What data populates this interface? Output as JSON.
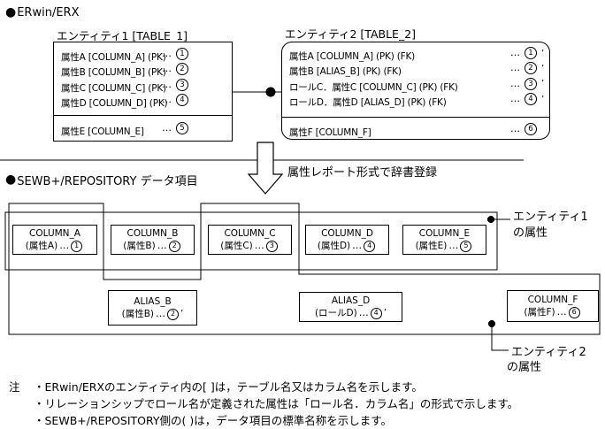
{
  "colors": {
    "ink": "#000000",
    "paper": "#ffffff"
  },
  "misc": {
    "leader": "…"
  },
  "erwin": {
    "bullet": "●",
    "section_title": "ERwin/ERX",
    "entity1": {
      "title": "エンティティ1 [TABLE_1]",
      "key_rows": [
        {
          "label": "属性A [COLUMN_A] (PK)",
          "num": "1",
          "suffix": ""
        },
        {
          "label": "属性B [COLUMN_B] (PK)",
          "num": "2",
          "suffix": ""
        },
        {
          "label": "属性C [COLUMN_C] (PK)",
          "num": "3",
          "suffix": ""
        },
        {
          "label": "属性D [COLUMN_D] (PK)",
          "num": "4",
          "suffix": ""
        }
      ],
      "data_rows": [
        {
          "label": "属性E [COLUMN_E]",
          "num": "5",
          "suffix": ""
        }
      ]
    },
    "entity2": {
      "title": "エンティティ2 [TABLE_2]",
      "key_rows": [
        {
          "label": "属性A [COLUMN_A] (PK) (FK)",
          "num": "1",
          "suffix": "’"
        },
        {
          "label": "属性B [ALIAS_B] (PK) (FK)",
          "num": "2",
          "suffix": "’"
        },
        {
          "label": "ロールC．属性C [COLUMN_C] (PK) (FK)",
          "num": "3",
          "suffix": "’"
        },
        {
          "label": "ロールD．属性D [ALIAS_D] (PK) (FK)",
          "num": "4",
          "suffix": "’"
        }
      ],
      "data_rows": [
        {
          "label": "属性F [COLUMN_F]",
          "num": "6",
          "suffix": ""
        }
      ]
    }
  },
  "transform": {
    "arrow_label": "属性レポート形式で辞書登録"
  },
  "sewb": {
    "bullet": "●",
    "section_title": "SEWB+/REPOSITORY データ項目",
    "row1": [
      {
        "name": "COLUMN_A",
        "paren": "(属性A)",
        "num": "1",
        "suffix": ""
      },
      {
        "name": "COLUMN_B",
        "paren": "(属性B)",
        "num": "2",
        "suffix": ""
      },
      {
        "name": "COLUMN_C",
        "paren": "(属性C)",
        "num": "3",
        "suffix": ""
      },
      {
        "name": "COLUMN_D",
        "paren": "(属性D)",
        "num": "4",
        "suffix": ""
      },
      {
        "name": "COLUMN_E",
        "paren": "(属性E)",
        "num": "5",
        "suffix": ""
      }
    ],
    "row2": [
      {
        "name": "ALIAS_B",
        "paren": "(属性B)",
        "num": "2",
        "suffix": "’"
      },
      {
        "name": "ALIAS_D",
        "paren": "(ロールD)",
        "num": "4",
        "suffix": "’"
      },
      {
        "name": "COLUMN_F",
        "paren": "(属性F)",
        "num": "6",
        "suffix": ""
      }
    ],
    "group_label_entity1": {
      "line1": "エンティティ1",
      "line2": "の属性"
    },
    "group_label_entity2": {
      "line1": "エンティティ2",
      "line2": "の属性"
    }
  },
  "notes": {
    "heading": "注",
    "items": [
      "・ERwin/ERXのエンティティ内の[ ]は，テーブル名又はカラム名を示します。",
      "・リレーションシップでロール名が定義された属性は「ロール名．カラム名」の形式で示します。",
      "・SEWB+/REPOSITORY側の( )は，データ項目の標準名称を示します。"
    ]
  }
}
